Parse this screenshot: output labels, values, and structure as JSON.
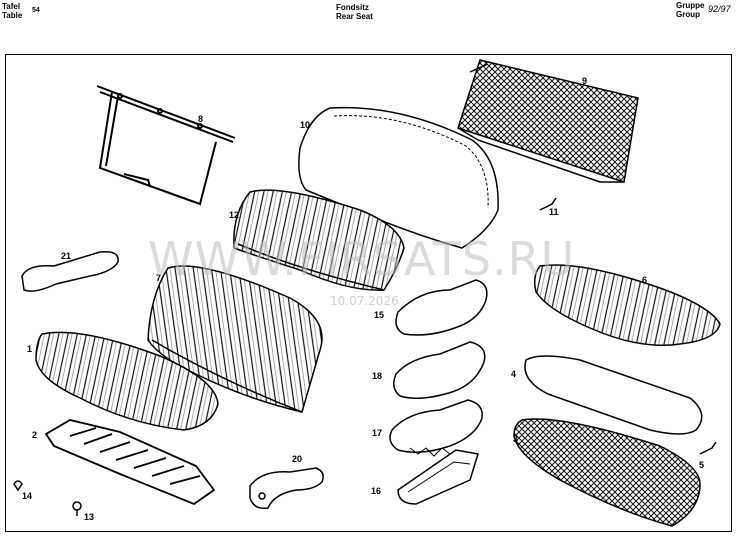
{
  "header": {
    "table_de": "Tafel",
    "table_en": "Table",
    "table_number": "54",
    "title_de": "Fondsitz",
    "title_en": "Rear Seat",
    "group_de": "Gruppe",
    "group_en": "Group",
    "group_number": "92/97"
  },
  "watermark": {
    "text": "WWW.FIRSATS.RU",
    "date": "10.07.2026"
  },
  "callouts": [
    "1",
    "2",
    "3",
    "4",
    "5",
    "6",
    "7",
    "8",
    "9",
    "10",
    "11",
    "12",
    "13",
    "14",
    "15",
    "16",
    "17",
    "18",
    "20",
    "21"
  ]
}
